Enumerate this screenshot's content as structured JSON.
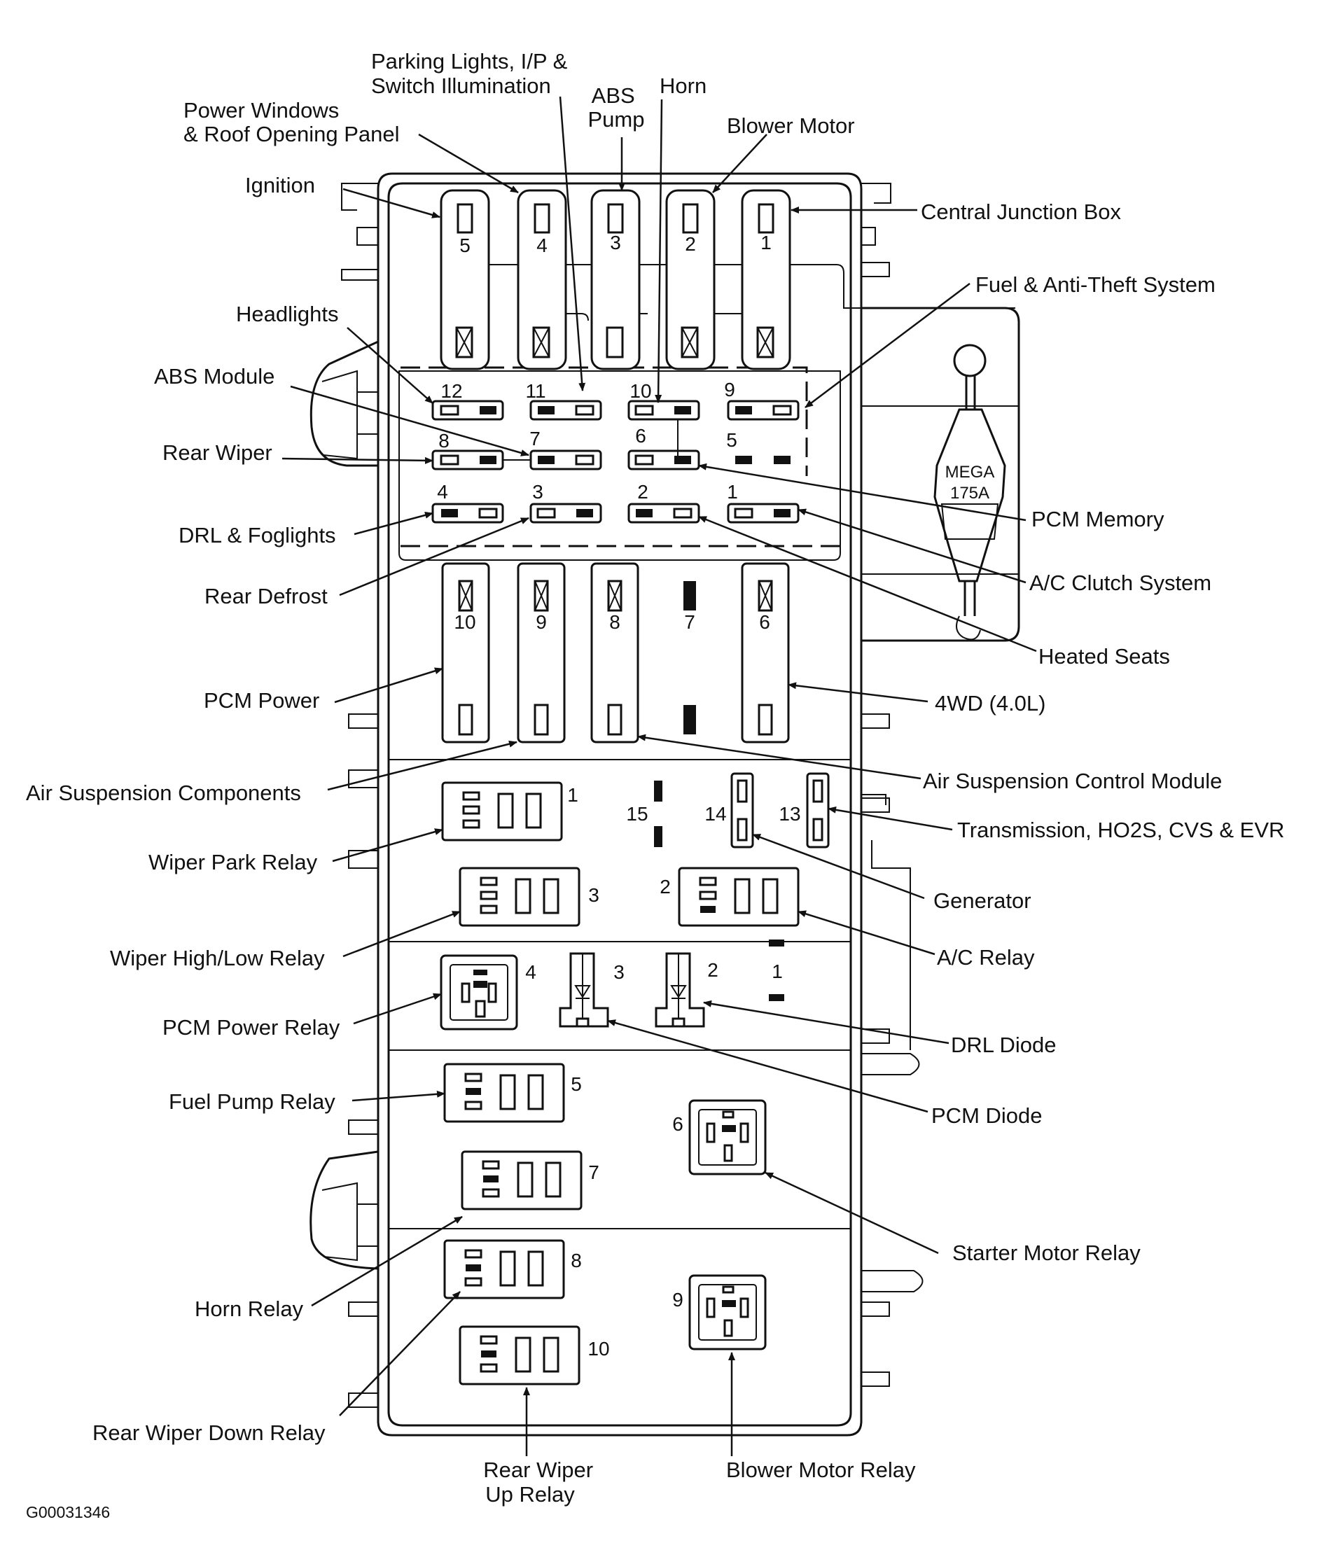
{
  "labels": {
    "parking_lights": [
      "Parking Lights, I/P &",
      "Switch Illumination"
    ],
    "power_windows": [
      "Power Windows",
      "& Roof Opening Panel"
    ],
    "abs_pump": [
      "ABS",
      "Pump"
    ],
    "horn": "Horn",
    "blower_motor": "Blower Motor",
    "ignition": "Ignition",
    "central_junction_box": "Central Junction Box",
    "fuel_anti_theft": "Fuel & Anti-Theft System",
    "headlights": "Headlights",
    "abs_module": "ABS Module",
    "rear_wiper": "Rear Wiper",
    "drl_foglights": "DRL & Foglights",
    "pcm_memory": "PCM Memory",
    "ac_clutch": "A/C Clutch System",
    "rear_defrost": "Rear Defrost",
    "heated_seats": "Heated Seats",
    "pcm_power": "PCM Power",
    "four_wd": "4WD (4.0L)",
    "air_susp_components": "Air Suspension Components",
    "air_susp_module": "Air Suspension Control Module",
    "transmission": "Transmission, HO2S, CVS & EVR",
    "wiper_park_relay": "Wiper Park Relay",
    "generator": "Generator",
    "wiper_hilo_relay": "Wiper High/Low Relay",
    "ac_relay": "A/C Relay",
    "pcm_power_relay": "PCM Power Relay",
    "drl_diode": "DRL Diode",
    "fuel_pump_relay": "Fuel Pump Relay",
    "pcm_diode": "PCM Diode",
    "starter_motor_relay": "Starter Motor Relay",
    "horn_relay": "Horn Relay",
    "rear_wiper_down_relay": "Rear Wiper Down Relay",
    "rear_wiper_up_relay": [
      "Rear Wiper",
      "Up Relay"
    ],
    "blower_motor_relay": "Blower Motor Relay"
  },
  "mega_fuse": [
    "MEGA",
    "175A"
  ],
  "figure_id": "G00031346",
  "maxi_fuses_top": [
    "5",
    "4",
    "3",
    "2",
    "1"
  ],
  "mini_fuses": [
    "12",
    "11",
    "10",
    "9",
    "8",
    "7",
    "6",
    "5",
    "4",
    "3",
    "2",
    "1"
  ],
  "maxi_fuses_lower": [
    "10",
    "9",
    "8",
    "7",
    "6"
  ],
  "small_positions": [
    "15",
    "14",
    "13"
  ],
  "relays": [
    "1",
    "2",
    "3",
    "4",
    "5",
    "6",
    "7",
    "8",
    "9",
    "10"
  ],
  "diodes": [
    "3",
    "2",
    "1"
  ]
}
